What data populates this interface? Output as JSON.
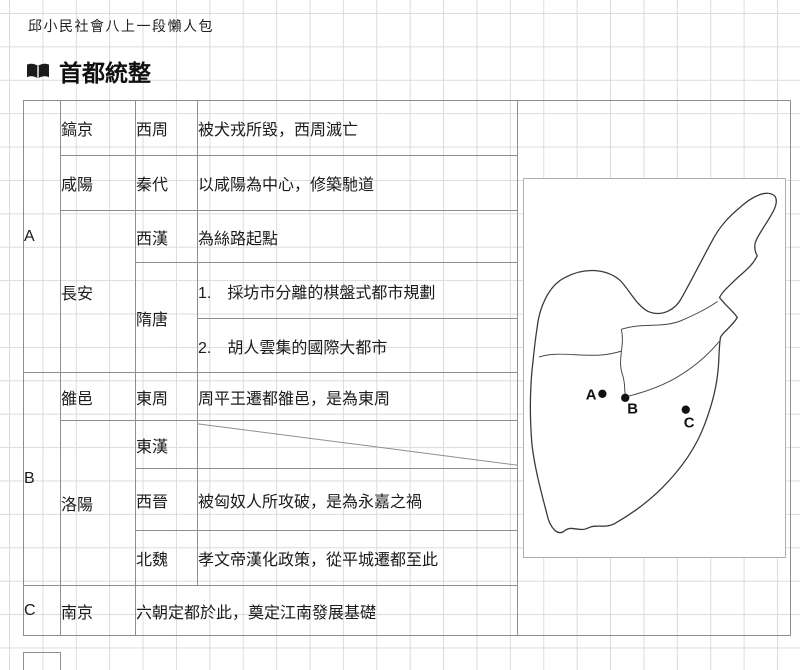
{
  "page": {
    "header": "邱小民社會八上一段懶人包",
    "section_icon": "open-book-icon",
    "section_title": "首都統整"
  },
  "capital_table": {
    "groups": {
      "a": "A",
      "b": "B",
      "c": "C"
    },
    "rows": [
      {
        "city": "鎬京",
        "dynasty": "西周",
        "desc": "被犬戎所毀，西周滅亡"
      },
      {
        "city": "咸陽",
        "dynasty": "秦代",
        "desc": "以咸陽為中心，修築馳道"
      },
      {
        "city": "長安",
        "dynasty": "西漢",
        "desc": "為絲路起點"
      },
      {
        "dynasty": "隋唐",
        "desc": "1.　採坊市分離的棋盤式都市規劃"
      },
      {
        "desc": "2.　胡人雲集的國際大都市"
      },
      {
        "city": "雒邑",
        "dynasty": "東周",
        "desc": "周平王遷都雒邑，是為東周"
      },
      {
        "city": "洛陽",
        "dynasty": "東漢",
        "desc": ""
      },
      {
        "dynasty": "西晉",
        "desc": "被匈奴人所攻破，是為永嘉之禍"
      },
      {
        "dynasty": "北魏",
        "desc": "孝文帝漢化政策，從平城遷都至此"
      },
      {
        "city": "南京",
        "desc": "六朝定都於此，奠定江南發展基礎"
      }
    ]
  },
  "map": {
    "description": "hand-drawn-outline-map-of-china",
    "markers": [
      {
        "label": "A"
      },
      {
        "label": "B"
      },
      {
        "label": "C"
      }
    ]
  },
  "colors": {
    "grid_line": "#dcdcdc",
    "table_border": "#8f8f8f",
    "text": "#1b1b1b",
    "map_outline": "#3a3a3a"
  }
}
